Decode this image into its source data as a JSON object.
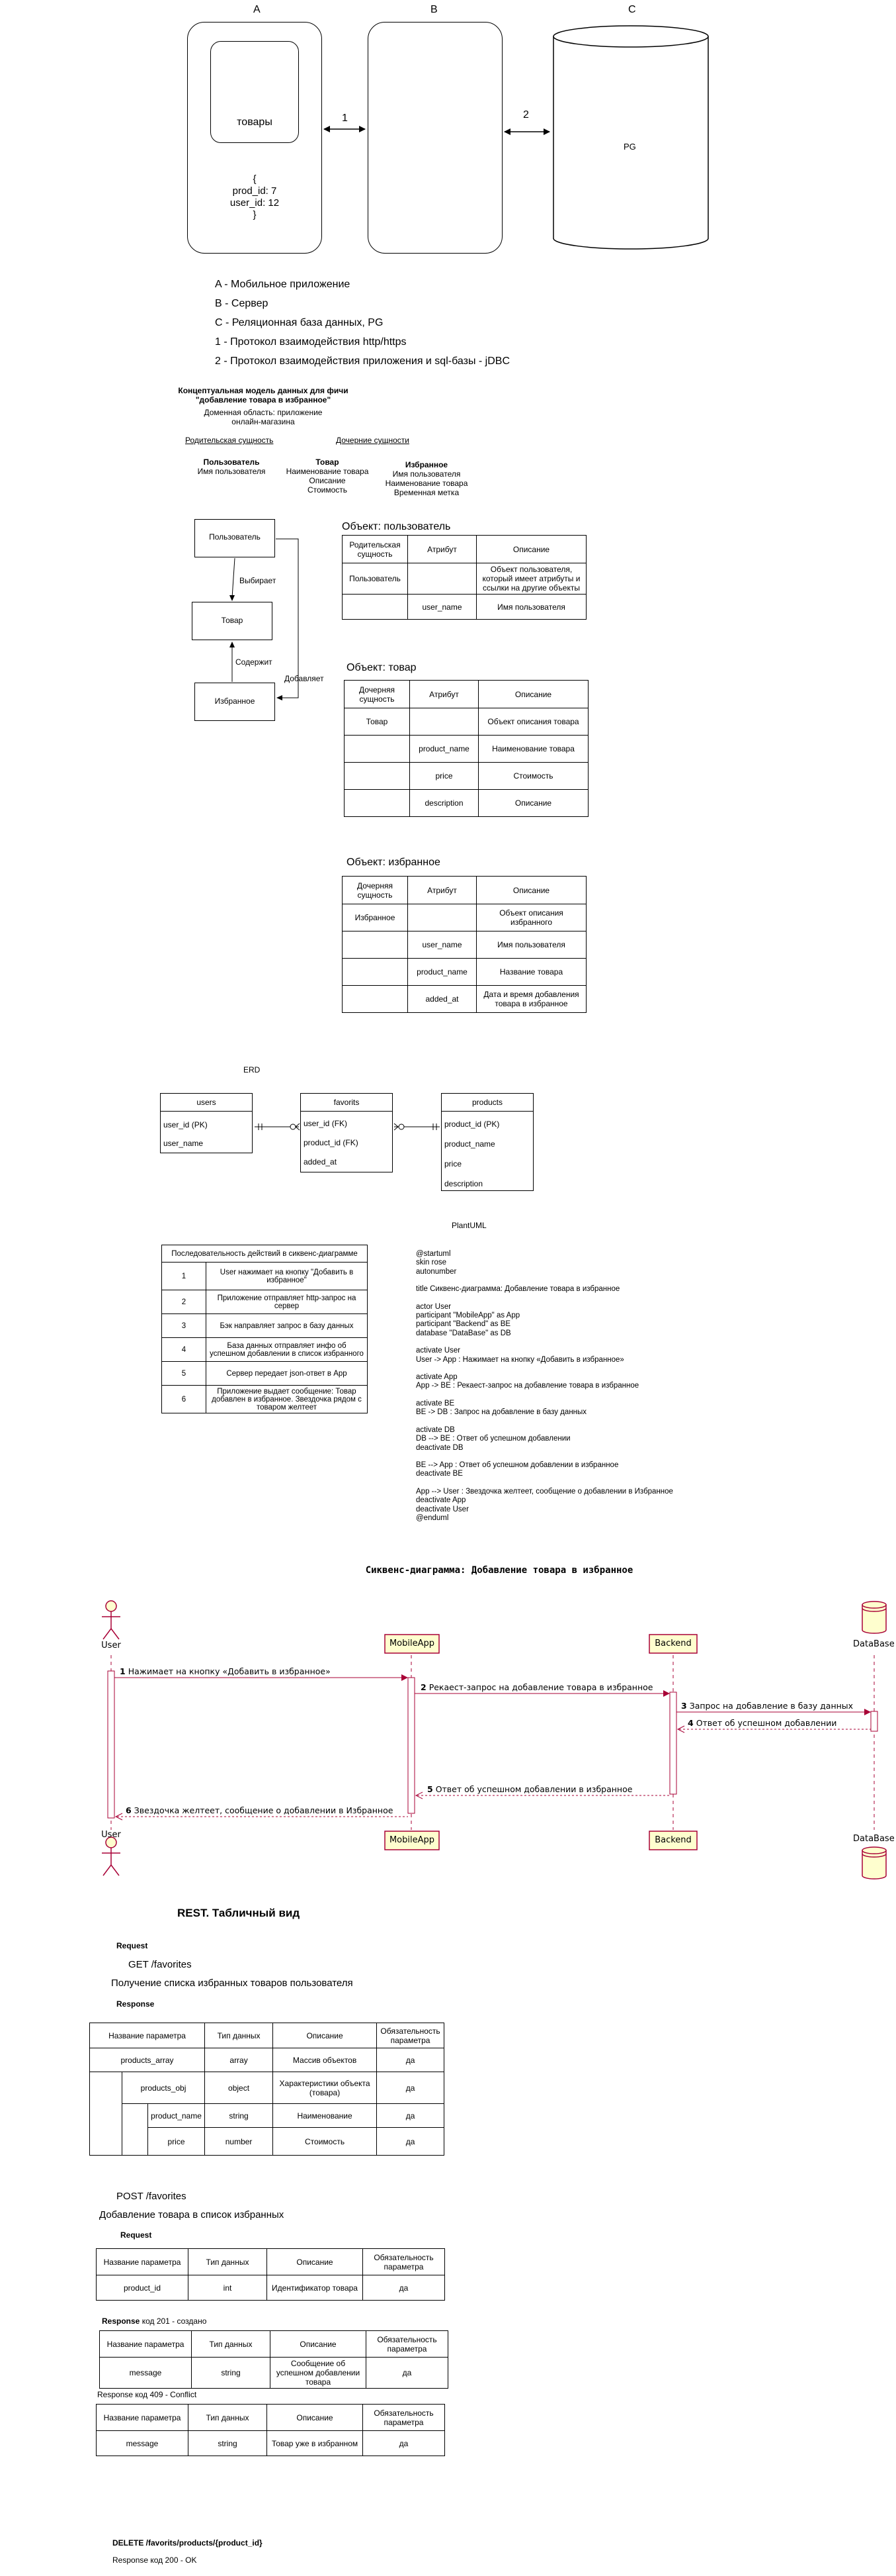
{
  "arch": {
    "label_a": "A",
    "label_b": "B",
    "label_c": "C",
    "goods": "товары",
    "json_lines": [
      "{",
      "prod_id: 7",
      "user_id: 12",
      "}"
    ],
    "arrow1": "1",
    "arrow2": "2",
    "pg": "PG",
    "legend": [
      "A - Мобильное приложение",
      "B - Сервер",
      "C - Реляционная база данных, PG",
      "1 - Протокол взаимодействия http/https",
      "2 - Протокол взаимодействия приложения и sql-базы - jDBC"
    ]
  },
  "concept": {
    "title1": "Концептуальная модель данных для фичи",
    "title2": "\"добавление товара в избранное\"",
    "domain1": "Доменная область: приложение",
    "domain2": "онлайн-магазина",
    "parent": "Родительская сущность",
    "child": "Дочерние сущности",
    "user_title": "Пользователь",
    "user_attr": "Имя пользователя",
    "goods_title": "Товар",
    "goods_attrs": [
      "Наименование товара",
      "Описание",
      "Стоимость"
    ],
    "fav_title": "Избранное",
    "fav_attrs": [
      "Имя пользователя",
      "Наименование товара",
      "Временная метка"
    ]
  },
  "flow": {
    "user": "Пользователь",
    "goods": "Товар",
    "fav": "Избранное",
    "chooses": "Выбирает",
    "contains": "Содержит",
    "adds": "Добавляет"
  },
  "obj_user": {
    "title": "Объект: пользователь",
    "header": [
      "Родительская сущность",
      "Атрибут",
      "Описание"
    ],
    "rows": [
      [
        "Пользователь",
        "",
        "Объект пользователя, который имеет атрибуты и ссылки на другие объекты"
      ],
      [
        "",
        "user_name",
        "Имя пользователя"
      ]
    ]
  },
  "obj_goods": {
    "title": "Объект: товар",
    "header": [
      "Дочерняя сущность",
      "Атрибут",
      "Описание"
    ],
    "rows": [
      [
        "Товар",
        "",
        "Объект описания товара"
      ],
      [
        "",
        "product_name",
        "Наименование товара"
      ],
      [
        "",
        "price",
        "Стоимость"
      ],
      [
        "",
        "description",
        "Описание"
      ]
    ]
  },
  "obj_fav": {
    "title": "Объект: избранное",
    "header": [
      "Дочерняя сущность",
      "Атрибут",
      "Описание"
    ],
    "rows": [
      [
        "Избранное",
        "",
        "Объект описания избранного"
      ],
      [
        "",
        "user_name",
        "Имя пользователя"
      ],
      [
        "",
        "product_name",
        "Название товара"
      ],
      [
        "",
        "added_at",
        "Дата и время добавления товара в избранное"
      ]
    ]
  },
  "erd": {
    "title": "ERD",
    "users": {
      "name": "users",
      "fields": [
        "user_id (PK)",
        "user_name"
      ]
    },
    "favorits": {
      "name": "favorits",
      "fields": [
        "user_id (FK)",
        "product_id (FK)",
        "added_at"
      ]
    },
    "products": {
      "name": "products",
      "fields": [
        "product_id (PK)",
        "product_name",
        "price",
        "description"
      ]
    }
  },
  "plantuml": {
    "title": "PlantUML",
    "seq_header": "Последовательность действий в сиквенс-диаграмме",
    "steps": [
      [
        "1",
        "User нажимает на кнопку \"Добавить в избранное\""
      ],
      [
        "2",
        "Приложение отправляет http-запрос на сервер"
      ],
      [
        "3",
        "Бэк направляет запрос в базу данных"
      ],
      [
        "4",
        "База данных отправляет инфо об успешном добавлении в список избранного"
      ],
      [
        "5",
        "Сервер передает  json-ответ в App"
      ],
      [
        "6",
        "Приложение выдает сообщение: Товар добавлен в избранное. Звездочка рядом с товаром желтеет"
      ]
    ],
    "code": [
      "@startuml",
      "skin rose",
      "autonumber",
      "",
      "title Сиквенс-диаграмма: Добавление товара в избранное",
      "",
      "actor User",
      "participant \"MobileApp\" as App",
      "participant \"Backend\" as BE",
      "database \"DataBase\" as DB",
      "",
      "activate User",
      "User -> App : Нажимает на кнопку «Добавить в избранное»",
      "",
      "activate App",
      "App -> BE : Рекаест-запрос на добавление товара в избранное",
      "",
      "activate BE",
      "BE -> DB : Запрос на добавление в базу данных",
      "",
      "activate DB",
      "DB --> BE : Ответ об успешном добавлении",
      "deactivate DB",
      "",
      "BE --> App : Ответ об успешном добавлении в избранное",
      "deactivate BE",
      "",
      "App --> User : Звездочка желтеет, сообщение о добавлении в Избранное",
      "deactivate App",
      "deactivate User",
      "@enduml"
    ]
  },
  "sequence": {
    "title": "Сиквенс-диаграмма: Добавление товара в избранное",
    "user": "User",
    "app": "MobileApp",
    "be": "Backend",
    "db": "DataBase",
    "msgs": [
      {
        "n": "1",
        "text": "Нажимает на кнопку «Добавить в избранное»"
      },
      {
        "n": "2",
        "text": "Рекаест-запрос на добавление товара в избранное"
      },
      {
        "n": "3",
        "text": "Запрос на добавление в базу данных"
      },
      {
        "n": "4",
        "text": "Ответ об успешном добавлении"
      },
      {
        "n": "5",
        "text": "Ответ об успешном добавлении в избранное"
      },
      {
        "n": "6",
        "text": "Звездочка желтеет, сообщение о добавлении в Избранное"
      }
    ],
    "colors": {
      "accent": "#a80036",
      "participant_fill": "#fefece",
      "participant_border": "#a80036"
    }
  },
  "rest": {
    "title": "REST. Табличный вид",
    "request": "Request",
    "get": "GET /favorites",
    "get_desc": "Получение списка избранных товаров пользователя",
    "response": "Response",
    "get_header": [
      "Название параметра",
      "Тип данных",
      "Описание",
      "Обязательность параметра"
    ],
    "get_rows": [
      [
        "products_array",
        "array",
        "Массив объектов",
        "да"
      ],
      [
        "products_obj",
        "object",
        "Характеристики объекта (товара)",
        "да"
      ],
      [
        "product_name",
        "string",
        "Наименование",
        "да"
      ],
      [
        "price",
        "number",
        "Стоимость",
        "да"
      ]
    ],
    "post": "POST /favorites",
    "post_desc": "Добавление товара в список избранных",
    "post_request": "Request",
    "post_header": [
      "Название параметра",
      "Тип данных",
      "Описание",
      "Обязательность параметра"
    ],
    "post_rows": [
      [
        "product_id",
        "int",
        "Идентификатор товара",
        "да"
      ]
    ],
    "resp201_bold": "Response",
    "resp201_rest": " код 201 - создано",
    "resp201_rows": [
      [
        "message",
        "string",
        "Сообщение об успешном добавлении товара",
        "да"
      ]
    ],
    "resp409": "Response код 409 - Conflict",
    "resp409_rows": [
      [
        "message",
        "string",
        "Товар уже в избранном",
        "да"
      ]
    ],
    "delete": "DELETE /favorits/products/{product_id}",
    "resp200": "Response код 200 - OK"
  }
}
